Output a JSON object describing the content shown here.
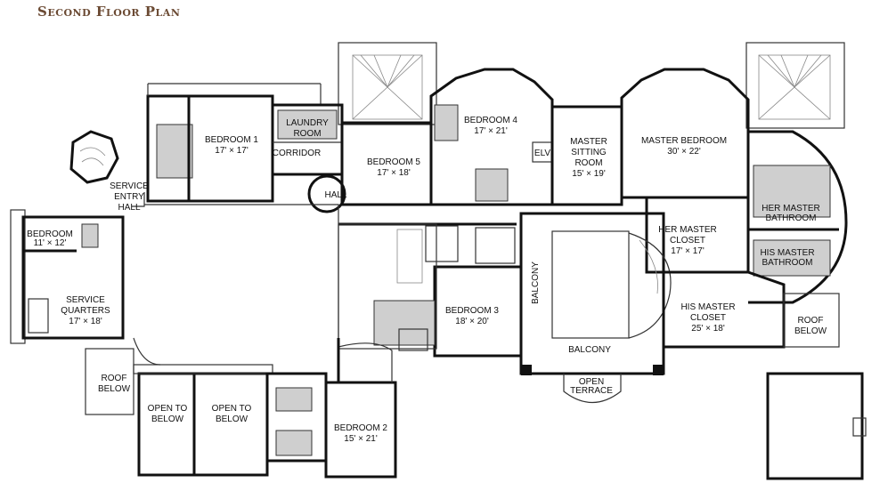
{
  "title": "Second Floor Plan",
  "rooms": {
    "bedroom1": {
      "name": "BEDROOM 1",
      "size": "17' × 17'"
    },
    "laundry": {
      "line1": "LAUNDRY",
      "line2": "ROOM"
    },
    "corridor": "CORRIDOR",
    "bedroom5": {
      "name": "BEDROOM 5",
      "size": "17' × 18'"
    },
    "bedroom4": {
      "name": "BEDROOM 4",
      "size": "17' × 21'"
    },
    "elv": "ELV",
    "master_sitting": {
      "line1": "MASTER",
      "line2": "SITTING",
      "line3": "ROOM",
      "size": "15' × 19'"
    },
    "master_bedroom": {
      "name": "MASTER BEDROOM",
      "size": "30' × 22'"
    },
    "service_entry": {
      "line1": "SERVICE",
      "line2": "ENTRY",
      "line3": "HALL"
    },
    "hall": "HALL",
    "bedroom_small": {
      "name": "BEDROOM",
      "size": "11' × 12'"
    },
    "her_closet": {
      "line1": "HER MASTER",
      "line2": "CLOSET",
      "size": "17' × 17'"
    },
    "her_bath": {
      "line1": "HER MASTER",
      "line2": "BATHROOM"
    },
    "his_bath": {
      "line1": "HIS MASTER",
      "line2": "BATHROOM"
    },
    "service_quarters": {
      "line1": "SERVICE",
      "line2": "QUARTERS",
      "size": "17' × 18'"
    },
    "balcony_vertical": "BALCONY",
    "bedroom3": {
      "name": "BEDROOM 3",
      "size": "18' × 20'"
    },
    "his_closet": {
      "line1": "HIS MASTER",
      "line2": "CLOSET",
      "size": "25' × 18'"
    },
    "roof_right": {
      "line1": "ROOF",
      "line2": "BELOW"
    },
    "balcony_bottom": "BALCONY",
    "open_terrace": {
      "line1": "OPEN",
      "line2": "TERRACE"
    },
    "roof_left": {
      "line1": "ROOF",
      "line2": "BELOW"
    },
    "open_below_1": {
      "line1": "OPEN TO",
      "line2": "BELOW"
    },
    "open_below_2": {
      "line1": "OPEN TO",
      "line2": "BELOW"
    },
    "bedroom2": {
      "name": "BEDROOM 2",
      "size": "15' × 21'"
    }
  },
  "colors": {
    "title": "#6b4a33",
    "wall": "#111111",
    "wet_area": "#cfcfcf"
  }
}
